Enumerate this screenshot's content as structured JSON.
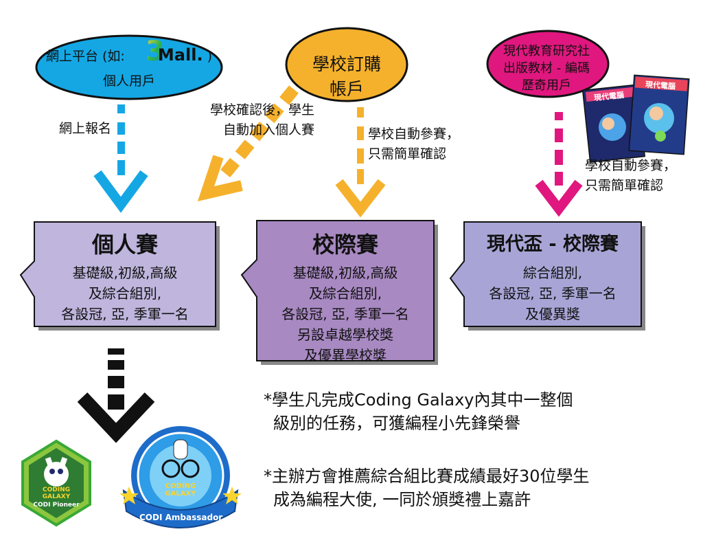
{
  "sources": {
    "online": {
      "line1_prefix": "網上平台 (如:",
      "brand_digit": "3",
      "brand_word": "Mall.",
      "line1_suffix": ")",
      "line2": "個人用戶"
    },
    "school_account": {
      "line1": "學校訂購",
      "line2": "帳戶"
    },
    "publisher": {
      "line1": "現代教育研究社",
      "line2": "出版教材 - 編碼",
      "line3": "歷奇用戶",
      "book_title": "現代電腦"
    }
  },
  "connectors": {
    "online_signup": "網上報名",
    "school_confirm": [
      "學校確認後，學生",
      "自動加入個人賽"
    ],
    "school_auto": [
      "學校自動參賽，",
      "只需簡單確認"
    ],
    "publisher_auto": [
      "學校自動參賽，",
      "只需簡單確認"
    ]
  },
  "cards": {
    "individual": {
      "title": "個人賽",
      "lines": [
        "基礎級,初級,高級",
        "及綜合組別,",
        "各設冠, 亞, 季軍一名"
      ]
    },
    "inter_school": {
      "title": "校際賽",
      "lines": [
        "基礎級,初級,高級",
        "及綜合組別,",
        "各設冠, 亞, 季軍一名",
        "另設卓越學校獎",
        "及優異學校獎"
      ]
    },
    "modern_cup": {
      "title": "現代盃 - 校際賽",
      "lines": [
        "綜合組別,",
        "各設冠, 亞, 季軍一名",
        "及優異獎"
      ]
    }
  },
  "badges": {
    "pioneer": {
      "brand_top": "CODING",
      "brand_bottom": "GALAXY",
      "label": "CODI Pioneer"
    },
    "ambassador": {
      "brand_top": "CODING",
      "brand_bottom": "GALAXY",
      "label": "CODI Ambassador"
    }
  },
  "notes": {
    "note1": [
      "*學生凡完成Coding Galaxy內其中一整個",
      "級別的任務，可獲編程小先鋒榮譽"
    ],
    "note2": [
      "*主辦方會推薦綜合組比賽成績最好30位學生",
      "成為編程大使, 一同於頒獎禮上嘉許"
    ]
  },
  "colors": {
    "online": "#14A7E4",
    "school": "#F5B12C",
    "publisher": "#E0177E",
    "card_individual": "#BFB5DD",
    "card_inter": "#A889C2",
    "card_modern": "#A8A5D6",
    "pioneer_green": "#3AA836",
    "ambassador_blue": "#1E6CC9"
  }
}
